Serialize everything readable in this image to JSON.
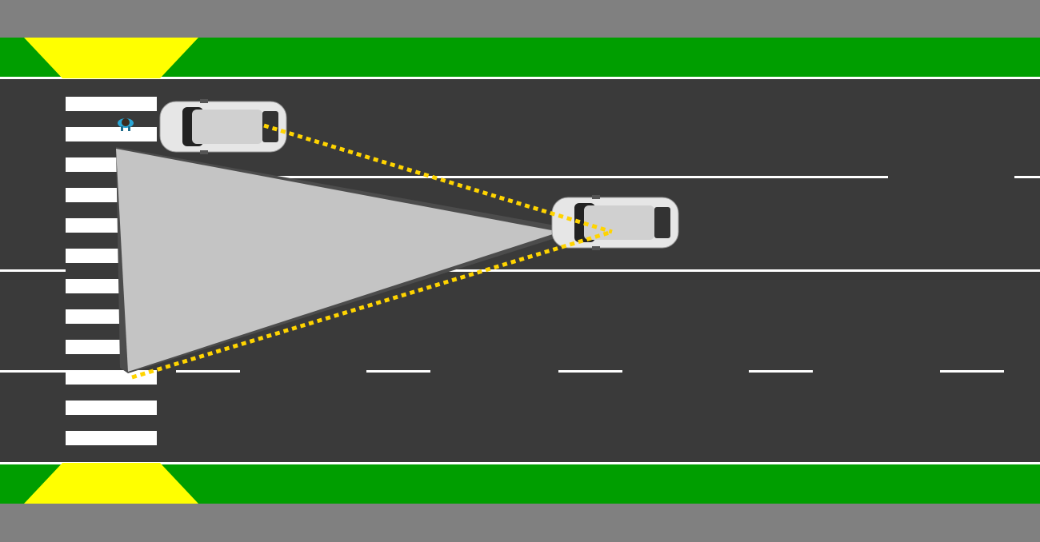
{
  "colors": {
    "sidewalk": "#808080",
    "grass": "#009e00",
    "road": "#3a3a3a",
    "marking": "#ffffff",
    "curb_ramp": "#ffff00",
    "sight_cone": "#c4c4c4",
    "sight_line": "#ffd400",
    "car_body": "#e6e6e6",
    "pedestrian": "#29a6d6"
  },
  "scene": {
    "crosswalk_stripes": 12,
    "vehicles": 2,
    "pedestrians": 1
  }
}
